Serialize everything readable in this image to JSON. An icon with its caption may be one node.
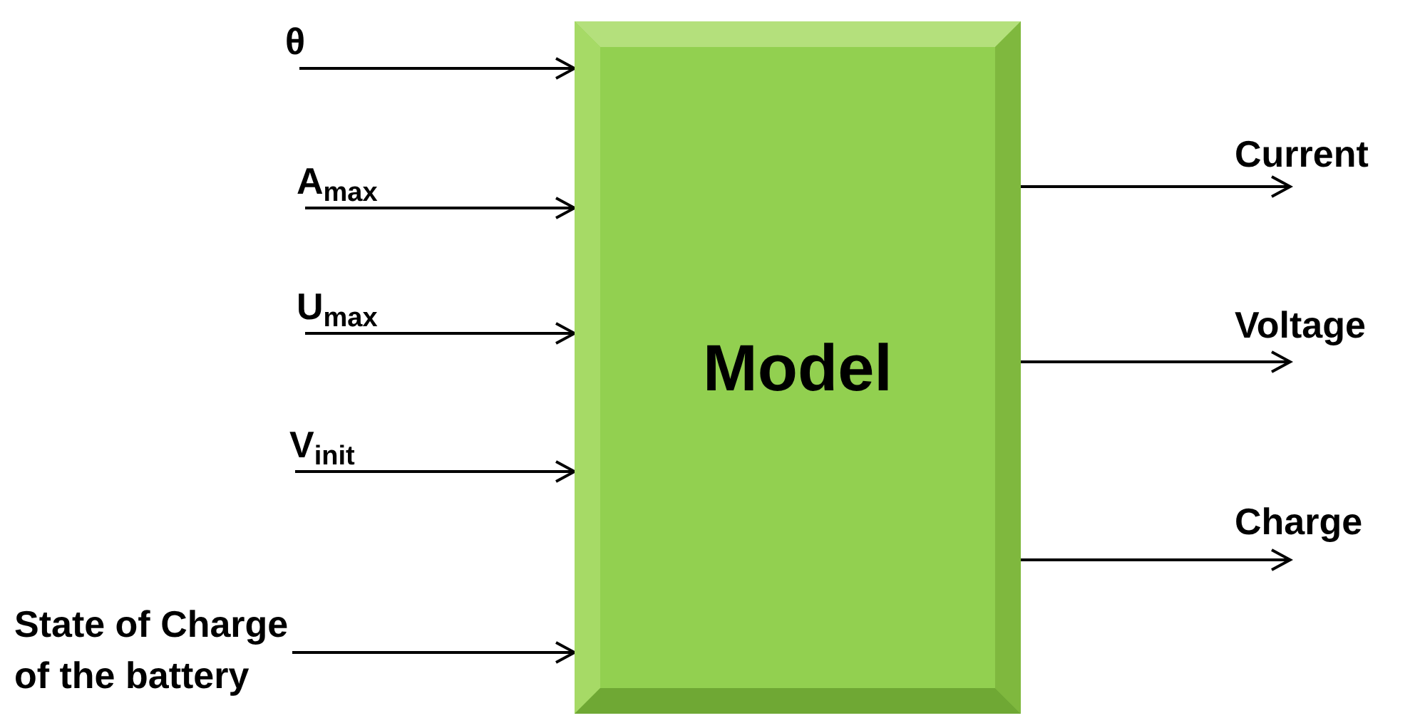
{
  "diagram": {
    "nodes": [
      {
        "text": [
          "Model"
        ]
      },
      {
        "text": [
          "θ"
        ]
      },
      {
        "text": [
          "A$_{max}$"
        ]
      },
      {
        "text": [
          "U$_{max}$"
        ]
      },
      {
        "text": [
          "V$_{init}$"
        ]
      },
      {
        "text": [
          "State of Charge of the battery"
        ]
      },
      {
        "text": [
          "Current"
        ]
      },
      {
        "text": [
          "Voltage"
        ]
      },
      {
        "text": [
          "Charge"
        ]
      }
    ],
    "edges": [
      {
        "from": 1,
        "to": 0,
        "arrow": "to"
      },
      {
        "from": 2,
        "to": 0,
        "arrow": "to"
      },
      {
        "from": 3,
        "to": 0,
        "arrow": "to"
      },
      {
        "from": 4,
        "to": 0,
        "arrow": "to"
      },
      {
        "from": 5,
        "to": 0,
        "arrow": "to"
      },
      {
        "from": 0,
        "to": 6,
        "arrow": "to"
      },
      {
        "from": 0,
        "to": 7,
        "arrow": "to"
      },
      {
        "from": 0,
        "to": 8,
        "arrow": "to"
      }
    ]
  }
}
